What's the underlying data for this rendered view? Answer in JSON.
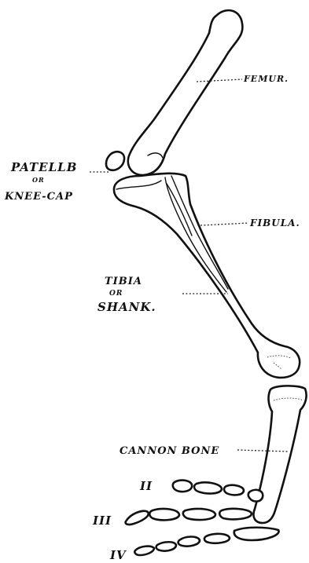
{
  "labels": {
    "femur": "FEMUR.",
    "patella": "PATELLB",
    "patella_or": "OR",
    "kneecap": "KNEE-CAP",
    "fibula": "FIBULA.",
    "tibia": "TIBIA",
    "tibia_or": "OR",
    "shank": "SHANK.",
    "cannon": "CANNON BONE",
    "digit2": "II",
    "digit3": "III",
    "digit4": "IV"
  },
  "colors": {
    "ink": "#111111",
    "background": "#ffffff"
  }
}
